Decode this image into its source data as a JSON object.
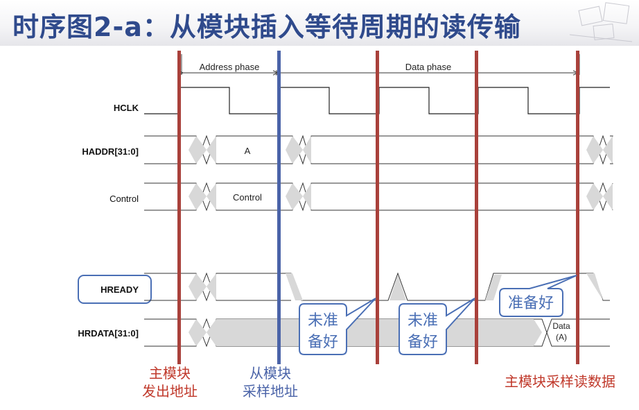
{
  "slide": {
    "title": "时序图2-a：从模块插入等待周期的读传输"
  },
  "diagram": {
    "phase_labels": {
      "address": "Address phase",
      "data": "Data phase"
    },
    "signals": {
      "hclk": "HCLK",
      "haddr": "HADDR[31:0]",
      "control": "Control",
      "hready": "HREADY",
      "hrdata": "HRDATA[31:0]"
    },
    "bus_values": {
      "haddr": "A",
      "control": "Control",
      "hrdata_line1": "Data",
      "hrdata_line2": "(A)"
    },
    "callouts": {
      "not_ready_1_line1": "未准",
      "not_ready_1_line2": "备好",
      "not_ready_2_line1": "未准",
      "not_ready_2_line2": "备好",
      "ready": "准备好"
    },
    "annotations": {
      "master_addr_line1": "主模块",
      "master_addr_line2": "发出地址",
      "slave_sample_line1": "从模块",
      "slave_sample_line2": "采样地址",
      "master_read": "主模块采样读数据"
    },
    "colors": {
      "marker_red": "#a9413b",
      "marker_blue": "#4a63a8",
      "callout_text": "#4a6fb5",
      "annotation_red": "#c0392b",
      "title_blue": "#2f4a8c"
    }
  }
}
